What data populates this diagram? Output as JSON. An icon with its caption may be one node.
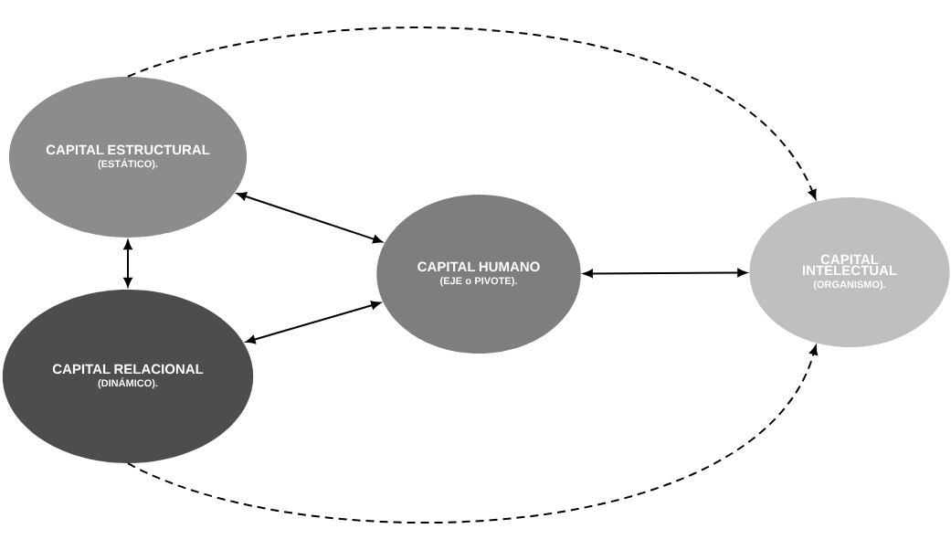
{
  "diagram": {
    "nodes": [
      {
        "text": [
          "CAPITAL ESTRUCTURAL",
          "(ESTÁTICO)."
        ]
      },
      {
        "text": [
          "CAPITAL RELACIONAL",
          "(DINÁMICO)."
        ]
      },
      {
        "text": [
          "CAPITAL HUMANO",
          "(EJE o PIVOTE)."
        ]
      },
      {
        "text": [
          "CAPITAL INTELECTUAL",
          "(ORGANISMO)."
        ]
      }
    ],
    "edges": [
      {
        "from": 0,
        "to": 1,
        "arrow": "both"
      },
      {
        "from": 0,
        "to": 2,
        "arrow": "both"
      },
      {
        "from": 1,
        "to": 2,
        "arrow": "both"
      },
      {
        "from": 2,
        "to": 3,
        "arrow": "both"
      },
      {
        "from": 0,
        "to": 3,
        "arrow": "to",
        "style": "dashed"
      },
      {
        "from": 1,
        "to": 3,
        "arrow": "to",
        "style": "dashed"
      }
    ]
  }
}
